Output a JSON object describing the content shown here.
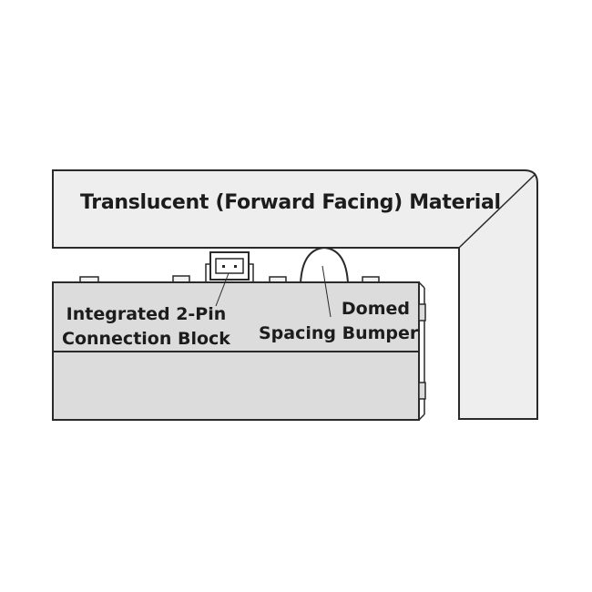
{
  "material_label": "Translucent (Forward Facing) Material",
  "connection_block": {
    "line1": "Integrated 2-Pin",
    "line2": "Connection Block"
  },
  "bumper": {
    "line1": "Domed",
    "line2": "Spacing Bumper"
  },
  "colors": {
    "material_fill": "#eeeeee",
    "module_fill": "#dcdcdc",
    "outline": "#2a2a2a",
    "text": "#1c1c1c"
  }
}
